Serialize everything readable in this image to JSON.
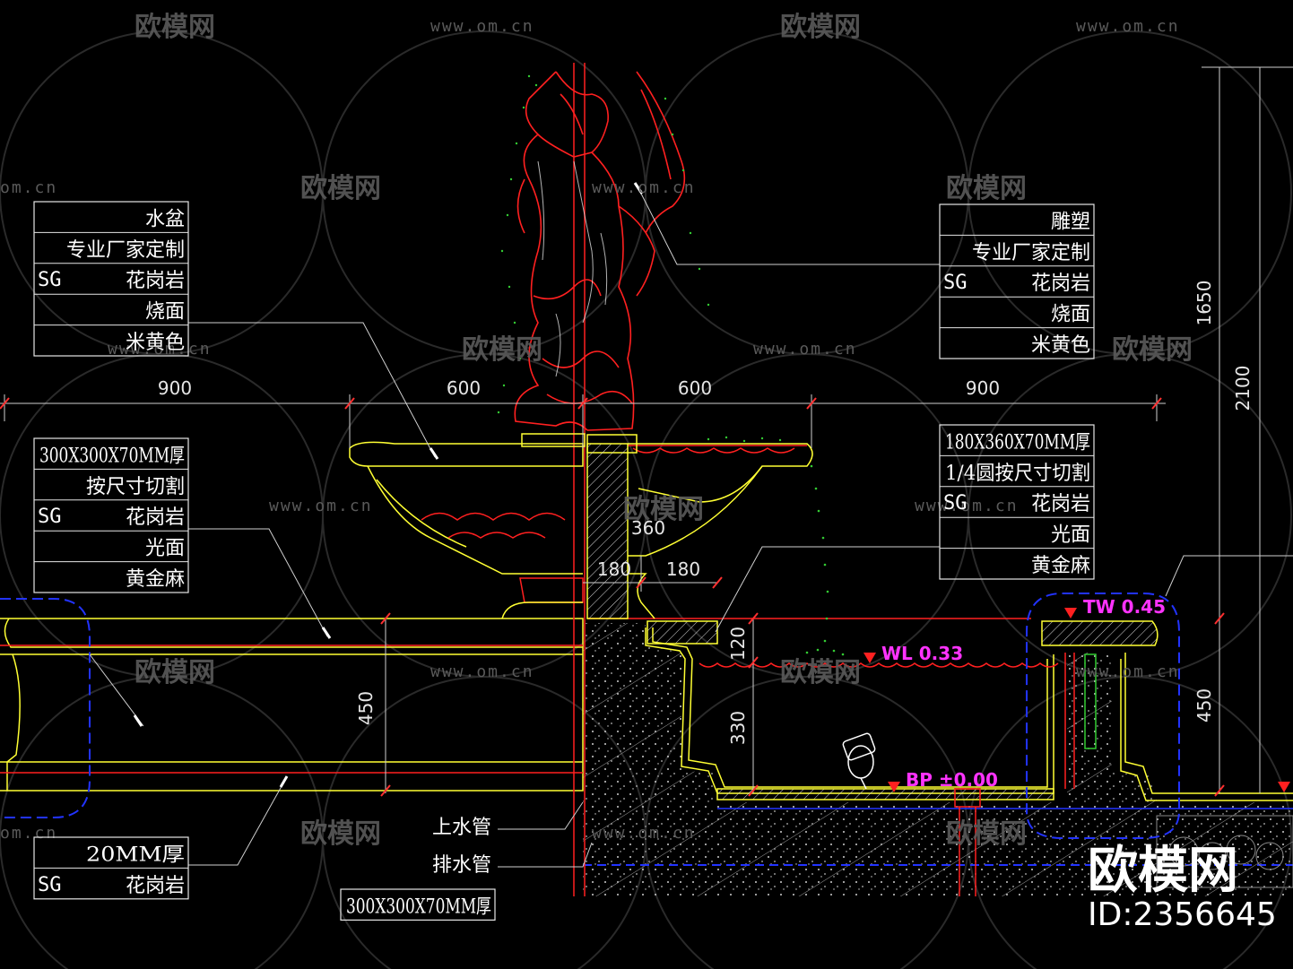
{
  "watermark": {
    "brand": "欧模网",
    "url": "www.om.cn",
    "url_partial": "om.cn",
    "id": "ID:2356645"
  },
  "dimensions": {
    "d900_left": "900",
    "d600_left": "600",
    "d600_right": "600",
    "d900_right": "900",
    "d360": "360",
    "d180_left": "180",
    "d180_right": "180",
    "d120": "120",
    "d330": "330",
    "d450_left": "450",
    "d450_right": "450",
    "d1650": "1650",
    "d2100": "2100"
  },
  "levels": {
    "tw": "TW 0.45",
    "wl": "WL 0.33",
    "bp": "BP ±0.00"
  },
  "callouts": {
    "supply_pipe": "上水管",
    "drain_pipe": "排水管"
  },
  "tables": {
    "basin": {
      "rows": [
        {
          "code": "",
          "text": "水盆"
        },
        {
          "code": "",
          "text": "专业厂家定制"
        },
        {
          "code": "SG",
          "text": "花岗岩"
        },
        {
          "code": "",
          "text": "烧面"
        },
        {
          "code": "",
          "text": "米黄色"
        }
      ]
    },
    "sculpture": {
      "rows": [
        {
          "code": "",
          "text": "雕塑"
        },
        {
          "code": "",
          "text": "专业厂家定制"
        },
        {
          "code": "SG",
          "text": "花岗岩"
        },
        {
          "code": "",
          "text": "烧面"
        },
        {
          "code": "",
          "text": "米黄色"
        }
      ]
    },
    "coping_left": {
      "rows": [
        {
          "code": "",
          "text": "300X300X70MM厚"
        },
        {
          "code": "",
          "text": "按尺寸切割"
        },
        {
          "code": "SG",
          "text": "花岗岩"
        },
        {
          "code": "",
          "text": "光面"
        },
        {
          "code": "",
          "text": "黄金麻"
        }
      ]
    },
    "coping_right": {
      "rows": [
        {
          "code": "",
          "text": "180X360X70MM厚"
        },
        {
          "code": "",
          "text": "1/4圆按尺寸切割"
        },
        {
          "code": "SG",
          "text": "花岗岩"
        },
        {
          "code": "",
          "text": "光面"
        },
        {
          "code": "",
          "text": "黄金麻"
        }
      ]
    },
    "cladding": {
      "rows": [
        {
          "code": "",
          "text": "20MM厚"
        },
        {
          "code": "SG",
          "text": "花岗岩"
        }
      ]
    },
    "partial": {
      "rows": [
        {
          "code": "",
          "text": "300X300X70MM厚"
        }
      ]
    }
  },
  "colors": {
    "background": "#000000",
    "outline_yellow": "#ffff33",
    "outline_red": "#ff2020",
    "dimension_red": "#ff3030",
    "level_magenta": "#ff33ff",
    "boundary_blue": "#2233ff",
    "spray_green": "#33cc33",
    "hatch_grey": "#9a9a9a"
  }
}
